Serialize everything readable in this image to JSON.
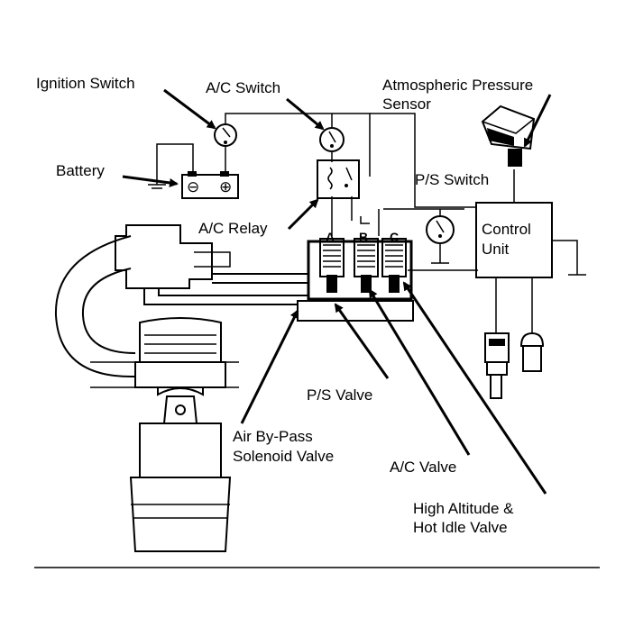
{
  "labels": {
    "ignition_switch": "Ignition Switch",
    "ac_switch": "A/C Switch",
    "atm_sensor_line1": "Atmospheric Pressure",
    "atm_sensor_line2": "Sensor",
    "battery": "Battery",
    "ps_switch": "P/S Switch",
    "ac_relay": "A/C Relay",
    "control_unit_line1": "Control",
    "control_unit_line2": "Unit",
    "valve_a": "A",
    "valve_b": "B",
    "valve_c": "C",
    "ps_valve": "P/S Valve",
    "air_bypass_line1": "Air By-Pass",
    "air_bypass_line2": "Solenoid Valve",
    "ac_valve": "A/C Valve",
    "high_alt_line1": "High Altitude &",
    "high_alt_line2": "Hot Idle Valve",
    "battery_minus": "⊖",
    "battery_plus": "⊕"
  }
}
